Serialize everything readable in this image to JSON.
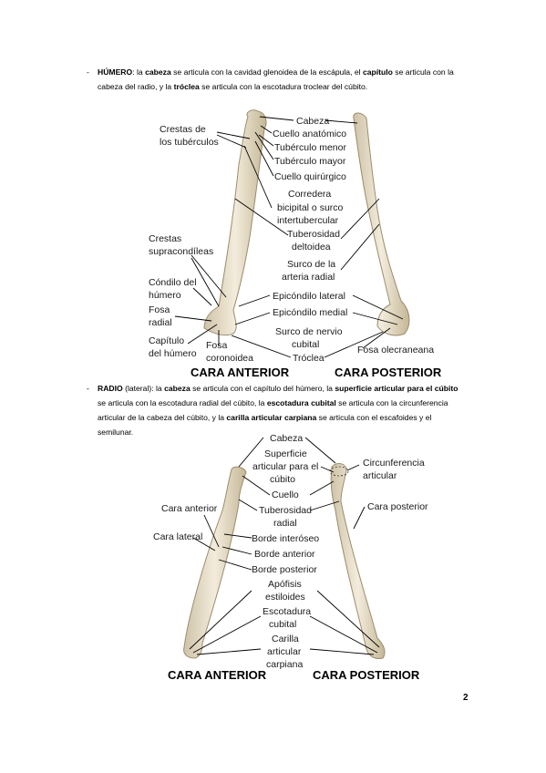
{
  "humerus_paragraph": [
    {
      "t": "HÚMERO",
      "b": true
    },
    {
      "t": ": la ",
      "b": false
    },
    {
      "t": "cabeza",
      "b": true
    },
    {
      "t": " se articula con la cavidad glenoidea de la escápula, el ",
      "b": false
    },
    {
      "t": "capítulo",
      "b": true
    },
    {
      "t": " se articula con la cabeza del radio, y la ",
      "b": false
    },
    {
      "t": "tróclea",
      "b": true
    },
    {
      "t": " se articula con la escotadura troclear del cúbito.",
      "b": false
    }
  ],
  "radius_paragraph": [
    {
      "t": "RADIO",
      "b": true
    },
    {
      "t": " (lateral): la ",
      "b": false
    },
    {
      "t": "cabeza",
      "b": true
    },
    {
      "t": " se articula con el capítulo del húmero, la ",
      "b": false
    },
    {
      "t": "superficie articular para el cúbito",
      "b": true
    },
    {
      "t": " se articula con la escotadura radial del cúbito, la ",
      "b": false
    },
    {
      "t": "escotadura cubital",
      "b": true
    },
    {
      "t": " se articula con la circunferencia articular de la cabeza del cúbito, y la ",
      "b": false
    },
    {
      "t": "carilla articular carpiana",
      "b": true
    },
    {
      "t": " se articula con el escafoides y el semilunar.",
      "b": false
    }
  ],
  "humerus_labels": {
    "cabeza": "Cabeza",
    "cuello_anatomico": "Cuello anatómico",
    "tuberculo_menor": "Tubérculo menor",
    "tuberculo_mayor": "Tubérculo mayor",
    "cuello_quirurgico": "Cuello quirúrgico",
    "corredera_1": "Corredera",
    "corredera_2": "bicipital o surco",
    "corredera_3": "intertubercular",
    "tuberosidad_1": "Tuberosidad",
    "tuberosidad_2": "deltoidea",
    "surco_radial_1": "Surco de la",
    "surco_radial_2": "arteria radial",
    "epicondilo_lateral": "Epicóndilo lateral",
    "epicondilo_medial": "Epicóndilo medial",
    "surco_cubital_1": "Surco de nervio",
    "surco_cubital_2": "cubital",
    "troclea": "Tróclea",
    "crestas_tub_1": "Crestas de",
    "crestas_tub_2": "los tubérculos",
    "crestas_sup_1": "Crestas",
    "crestas_sup_2": "supracondíleas",
    "condilo_1": "Cóndilo del",
    "condilo_2": "húmero",
    "fosa_radial_1": "Fosa",
    "fosa_radial_2": "radial",
    "capitulo_1": "Capítulo",
    "capitulo_2": "del húmero",
    "fosa_coronoidea_1": "Fosa",
    "fosa_coronoidea_2": "coronoidea",
    "fosa_olecraneana": "Fosa olecraneana",
    "cara_anterior": "CARA ANTERIOR",
    "cara_posterior": "CARA POSTERIOR"
  },
  "radius_labels": {
    "cabeza": "Cabeza",
    "sup_art_1": "Superficie",
    "sup_art_2": "articular para el",
    "sup_art_3": "cúbito",
    "cuello": "Cuello",
    "tuberosidad_1": "Tuberosidad",
    "tuberosidad_2": "radial",
    "borde_interoseo": "Borde interóseo",
    "borde_anterior": "Borde anterior",
    "borde_posterior": "Borde posterior",
    "apofisis_1": "Apófisis",
    "apofisis_2": "estiloides",
    "escotadura_1": "Escotadura",
    "escotadura_2": "cubital",
    "carilla_1": "Carilla",
    "carilla_2": "articular",
    "carilla_3": "carpiana",
    "circunferencia_1": "Circunferencia",
    "circunferencia_2": "articular",
    "cara_anterior_lbl": "Cara anterior",
    "cara_lateral": "Cara lateral",
    "cara_posterior_lbl": "Cara posterior",
    "cara_anterior": "CARA ANTERIOR",
    "cara_posterior": "CARA POSTERIOR"
  },
  "page_number": "2"
}
